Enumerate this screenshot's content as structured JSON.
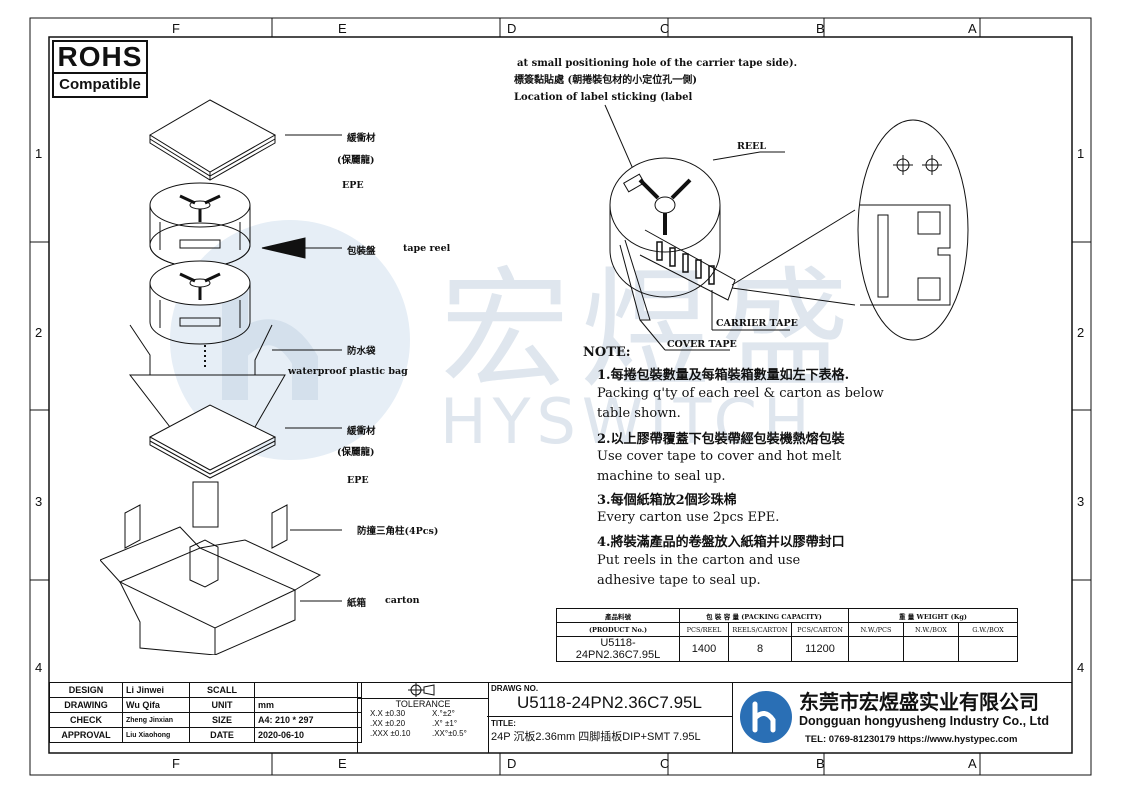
{
  "grid": {
    "top_letters": [
      "F",
      "E",
      "D",
      "C",
      "B",
      "A"
    ],
    "bottom_letters": [
      "F",
      "E",
      "D",
      "C",
      "B",
      "A"
    ],
    "side_numbers": [
      "1",
      "2",
      "3",
      "4"
    ]
  },
  "rohs": {
    "line1": "ROHS",
    "line2": "Compatible"
  },
  "watermark": {
    "chinese": "宏煜盛",
    "latin": "HYSWITCH"
  },
  "left_labels": {
    "cushion_top_1": "緩衝材",
    "cushion_top_2": "(保麗龍)",
    "cushion_top_3": "EPE",
    "tape_reel_cn": "包裝盤",
    "tape_reel_en": "tape reel",
    "bag_cn": "防水袋",
    "bag_en": "waterproof plastic bag",
    "cushion_bot_1": "緩衝材",
    "cushion_bot_2": "(保麗龍)",
    "cushion_bot_3": "EPE",
    "triangle": "防撞三角柱(4Pcs)",
    "carton_cn": "紙箱",
    "carton_en": "carton"
  },
  "right_labels": {
    "label_line1": "at small positioning hole of the carrier tape side).",
    "label_line2": "標簽黏貼處 (朝捲裝包材的小定位孔一側)",
    "label_line3": "Location of label sticking (label",
    "reel": "REEL",
    "carrier_tape": "CARRIER TAPE",
    "cover_tape": "COVER TAPE"
  },
  "notes": {
    "title": "NOTE:",
    "lines": [
      {
        "text": "1.每捲包裝數量及每箱裝箱數量如左下表格.",
        "bold": true
      },
      {
        "text": "Packing q'ty of each reel & carton as below",
        "bold": false
      },
      {
        "text": "table shown.",
        "bold": false
      },
      {
        "text": "2.以上膠帶覆蓋下包裝帶經包裝機熱熔包裝",
        "bold": true
      },
      {
        "text": "Use cover tape to cover and hot melt",
        "bold": false
      },
      {
        "text": "machine to seal up.",
        "bold": false
      },
      {
        "text": "3.每個紙箱放2個珍珠棉",
        "bold": true
      },
      {
        "text": "Every carton use 2pcs EPE.",
        "bold": false
      },
      {
        "text": "4.將裝滿產品的卷盤放入紙箱并以膠帶封口",
        "bold": true
      },
      {
        "text": "Put reels in the carton and use",
        "bold": false
      },
      {
        "text": "adhesive tape to seal up.",
        "bold": false
      }
    ]
  },
  "packing_table": {
    "h_product": "產品料號",
    "h_product_en": "(PRODUCT No.)",
    "h_capacity": "包 裝 容 量 (PACKING CAPACITY)",
    "h_weight": "重 量 WEIGHT (Kg)",
    "sub": [
      "PCS/REEL",
      "REELS/CARTON",
      "PCS/CARTON",
      "N.W./PCS",
      "N.W./BOX",
      "G.W./BOX"
    ],
    "row": [
      "U5118-24PN2.36C7.95L",
      "1400",
      "8",
      "11200",
      "",
      "",
      ""
    ]
  },
  "title_block": {
    "design_label": "DESIGN",
    "design_name": "Li Jinwei",
    "drawing_label": "DRAWING",
    "drawing_name": "Wu Qifa",
    "check_label": "CHECK",
    "check_name": "Zheng Jinxian",
    "approval_label": "APPROVAL",
    "approval_name": "Liu Xiaohong",
    "scall_label": "SCALL",
    "scall_value": "",
    "unit_label": "UNIT",
    "unit_value": "mm",
    "size_label": "SIZE",
    "size_value": "A4: 210 * 297",
    "date_label": "DATE",
    "date_value": "2020-06-10",
    "tolerance_label": "TOLERANCE",
    "tol": [
      {
        "a": "X.X  ±0.30",
        "b": "X.°±2°"
      },
      {
        "a": ".XX  ±0.20",
        "b": ".X° ±1°"
      },
      {
        "a": ".XXX ±0.10",
        "b": ".XX°±0.5°"
      }
    ],
    "drawing_no_label": "DRAWG NO.",
    "drawing_no": "U5118-24PN2.36C7.95L",
    "title_label": "TITLE:",
    "title": "24P 沉板2.36mm 四脚插板DIP+SMT 7.95L",
    "company_cn": "东莞市宏煜盛实业有限公司",
    "company_en": "Dongguan hongyusheng Industry Co., Ltd",
    "company_contact": "TEL: 0769-81230179  https://www.hystypec.com"
  }
}
